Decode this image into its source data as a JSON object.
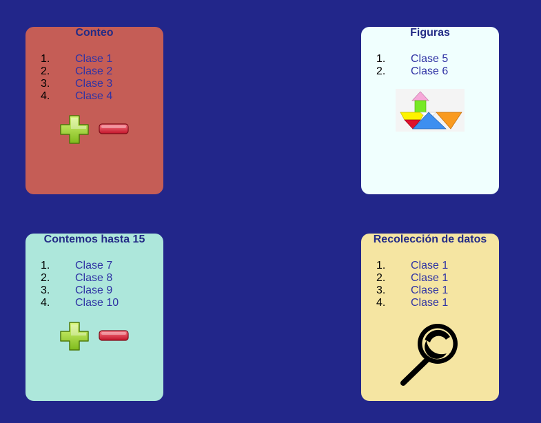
{
  "cards": [
    {
      "title": "Conteo",
      "lessons": [
        {
          "number": "1.",
          "label": "Clase 1"
        },
        {
          "number": "2.",
          "label": "Clase 2"
        },
        {
          "number": "3.",
          "label": "Clase 3"
        },
        {
          "number": "4.",
          "label": "Clase 4"
        }
      ],
      "icons": [
        "plus-icon",
        "minus-icon"
      ],
      "color": "#c55d56"
    },
    {
      "title": "Figuras",
      "lessons": [
        {
          "number": "1.",
          "label": "Clase 5"
        },
        {
          "number": "2.",
          "label": "Clase 6"
        }
      ],
      "icons": [
        "tangram-image"
      ],
      "color": "#f0fffe"
    },
    {
      "title": "Contemos hasta 15",
      "lessons": [
        {
          "number": "1.",
          "label": "Clase 7"
        },
        {
          "number": "2.",
          "label": "Clase 8"
        },
        {
          "number": "3.",
          "label": "Clase 9"
        },
        {
          "number": "4.",
          "label": "Clase 10"
        }
      ],
      "icons": [
        "plus-icon",
        "minus-icon"
      ],
      "color": "#ade7db"
    },
    {
      "title": "Recolección de datos",
      "lessons": [
        {
          "number": "1.",
          "label": "Clase 1"
        },
        {
          "number": "2.",
          "label": "Clase 1"
        },
        {
          "number": "3.",
          "label": "Clase 1"
        },
        {
          "number": "4.",
          "label": "Clase 1"
        }
      ],
      "icons": [
        "magnifier-icon"
      ],
      "color": "#f5e5a2"
    }
  ],
  "colors": {
    "background": "#22268a",
    "title": "#232b86",
    "link": "#2f33a4"
  }
}
